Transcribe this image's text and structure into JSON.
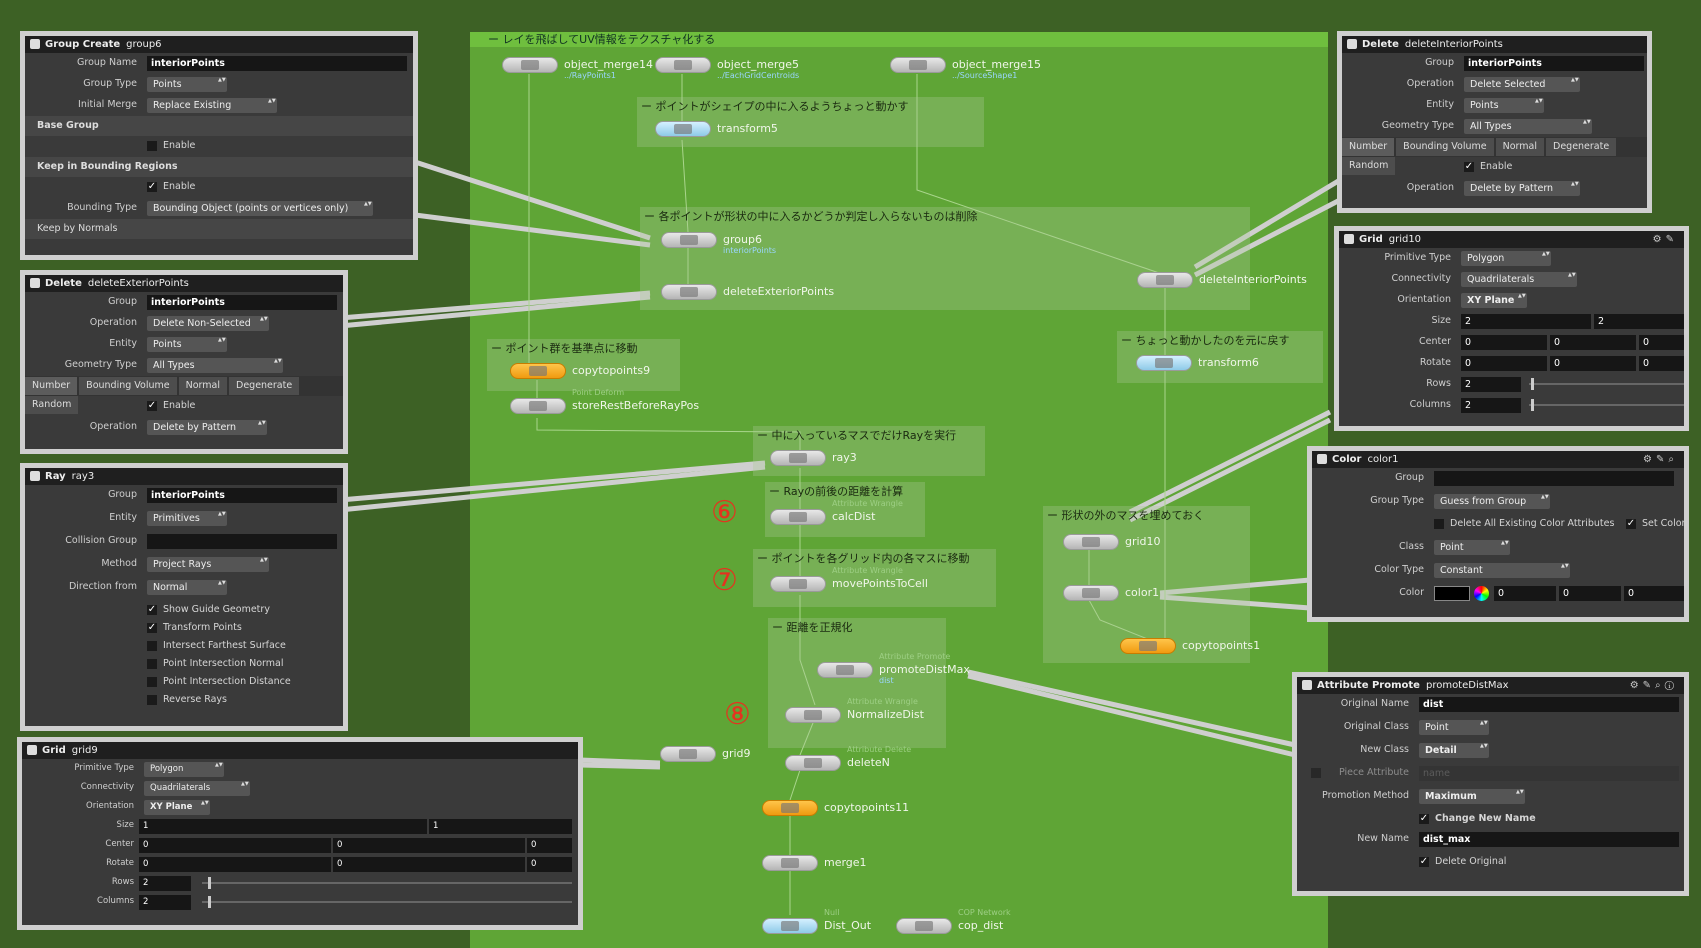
{
  "network": {
    "title": "ー レイを飛ばしてUV情報をテクスチャ化する",
    "boxes": [
      {
        "title": "ー ポイントがシェイプの中に入るようちょっと動かす"
      },
      {
        "title": "ー 各ポイントが形状の中に入るかどうか判定し入らないものは削除"
      },
      {
        "title": "ー ポイント群を基準点に移動"
      },
      {
        "title": "ー ちょっと動かしたのを元に戻す"
      },
      {
        "title": "ー 中に入っているマスでだけRayを実行"
      },
      {
        "title": "ー Rayの前後の距離を計算"
      },
      {
        "title": "ー ポイントを各グリッド内の各マスに移動"
      },
      {
        "title": "ー 距離を正規化"
      },
      {
        "title": "ー 形状の外のマスを埋めておく"
      }
    ],
    "nodes": [
      {
        "label": "object_merge14",
        "sub2": "../RayPoints1"
      },
      {
        "label": "object_merge5",
        "sub2": "../EachGridCentroids"
      },
      {
        "label": "object_merge15",
        "sub2": "../SourceShape1"
      },
      {
        "label": "transform5"
      },
      {
        "label": "group6",
        "sub2": "interiorPoints"
      },
      {
        "label": "deleteExteriorPoints"
      },
      {
        "label": "deleteInteriorPoints"
      },
      {
        "label": "copytopoints9"
      },
      {
        "label": "storeRestBeforeRayPos",
        "sub": "Point Deform"
      },
      {
        "label": "transform6"
      },
      {
        "label": "ray3"
      },
      {
        "label": "calcDist",
        "sub": "Attribute Wrangle"
      },
      {
        "label": "movePointsToCell",
        "sub": "Attribute Wrangle"
      },
      {
        "label": "promoteDistMax",
        "sub": "Attribute Promote",
        "sub2": "dist"
      },
      {
        "label": "NormalizeDist",
        "sub": "Attribute Wrangle"
      },
      {
        "label": "grid9"
      },
      {
        "label": "deleteN",
        "sub": "Attribute Delete"
      },
      {
        "label": "copytopoints11"
      },
      {
        "label": "merge1"
      },
      {
        "label": "Dist_Out",
        "sub": "Null"
      },
      {
        "label": "cop_dist",
        "sub": "COP Network"
      },
      {
        "label": "grid10"
      },
      {
        "label": "color1"
      },
      {
        "label": "copytopoints1"
      }
    ],
    "markers": [
      "⑥",
      "⑦",
      "⑧"
    ]
  },
  "panels": {
    "group_create": {
      "kind": "Group Create",
      "name": "group6",
      "group_name_label": "Group Name",
      "group_name": "interiorPoints",
      "group_type_label": "Group Type",
      "group_type": "Points",
      "initial_merge_label": "Initial Merge",
      "initial_merge": "Replace Existing",
      "base_group": "Base Group",
      "enable": "Enable",
      "keep_bounding": "Keep in Bounding Regions",
      "bounding_type_label": "Bounding Type",
      "bounding_type": "Bounding Object (points or vertices only)",
      "keep_normals": "Keep by Normals"
    },
    "delete_exterior": {
      "kind": "Delete",
      "name": "deleteExteriorPoints",
      "group_label": "Group",
      "group": "interiorPoints",
      "operation_label": "Operation",
      "operation": "Delete Non-Selected",
      "entity_label": "Entity",
      "entity": "Points",
      "geo_type_label": "Geometry Type",
      "geo_type": "All Types",
      "tabs": [
        "Number",
        "Bounding Volume",
        "Normal",
        "Degenerate",
        "Random"
      ],
      "enable": "Enable",
      "operation2_label": "Operation",
      "operation2": "Delete by Pattern"
    },
    "ray": {
      "kind": "Ray",
      "name": "ray3",
      "group_label": "Group",
      "group": "interiorPoints",
      "entity_label": "Entity",
      "entity": "Primitives",
      "collision_label": "Collision Group",
      "collision": "",
      "method_label": "Method",
      "method": "Project Rays",
      "direction_label": "Direction from",
      "direction": "Normal",
      "checks": [
        "Show Guide Geometry",
        "Transform Points",
        "Intersect Farthest Surface",
        "Point Intersection Normal",
        "Point Intersection Distance",
        "Reverse Rays"
      ]
    },
    "grid9": {
      "kind": "Grid",
      "name": "grid9",
      "prim_label": "Primitive Type",
      "prim": "Polygon",
      "conn_label": "Connectivity",
      "conn": "Quadrilaterals",
      "orient_label": "Orientation",
      "orient": "XY Plane",
      "size_label": "Size",
      "size": [
        "1",
        "1"
      ],
      "center_label": "Center",
      "center": [
        "0",
        "0",
        "0"
      ],
      "rotate_label": "Rotate",
      "rotate": [
        "0",
        "0",
        "0"
      ],
      "rows_label": "Rows",
      "rows": "2",
      "cols_label": "Columns",
      "cols": "2"
    },
    "delete_interior": {
      "kind": "Delete",
      "name": "deleteInteriorPoints",
      "group_label": "Group",
      "group": "interiorPoints",
      "operation_label": "Operation",
      "operation": "Delete Selected",
      "entity_label": "Entity",
      "entity": "Points",
      "geo_type_label": "Geometry Type",
      "geo_type": "All Types",
      "tabs": [
        "Number",
        "Bounding Volume",
        "Normal",
        "Degenerate",
        "Random"
      ],
      "enable": "Enable",
      "operation2_label": "Operation",
      "operation2": "Delete by Pattern"
    },
    "grid10": {
      "kind": "Grid",
      "name": "grid10",
      "prim_label": "Primitive Type",
      "prim": "Polygon",
      "conn_label": "Connectivity",
      "conn": "Quadrilaterals",
      "orient_label": "Orientation",
      "orient": "XY Plane",
      "size_label": "Size",
      "size": [
        "2",
        "2"
      ],
      "center_label": "Center",
      "center": [
        "0",
        "0",
        "0"
      ],
      "rotate_label": "Rotate",
      "rotate": [
        "0",
        "0",
        "0"
      ],
      "rows_label": "Rows",
      "rows": "2",
      "cols_label": "Columns",
      "cols": "2"
    },
    "color1": {
      "kind": "Color",
      "name": "color1",
      "group_label": "Group",
      "group": "",
      "group_type_label": "Group Type",
      "group_type": "Guess from Group",
      "delete_all": "Delete All Existing Color Attributes",
      "set_color": "Set Color Attr",
      "class_label": "Class",
      "class": "Point",
      "color_type_label": "Color Type",
      "color_type": "Constant",
      "color_label": "Color",
      "color": [
        "0",
        "0",
        "0"
      ]
    },
    "attr_promote": {
      "kind": "Attribute Promote",
      "name": "promoteDistMax",
      "orig_name_label": "Original Name",
      "orig_name": "dist",
      "orig_class_label": "Original Class",
      "orig_class": "Point",
      "new_class_label": "New Class",
      "new_class": "Detail",
      "piece_label": "Piece Attribute",
      "piece": "name",
      "method_label": "Promotion Method",
      "method": "Maximum",
      "change_name": "Change New Name",
      "new_name_label": "New Name",
      "new_name": "dist_max",
      "delete_orig": "Delete Original"
    }
  }
}
